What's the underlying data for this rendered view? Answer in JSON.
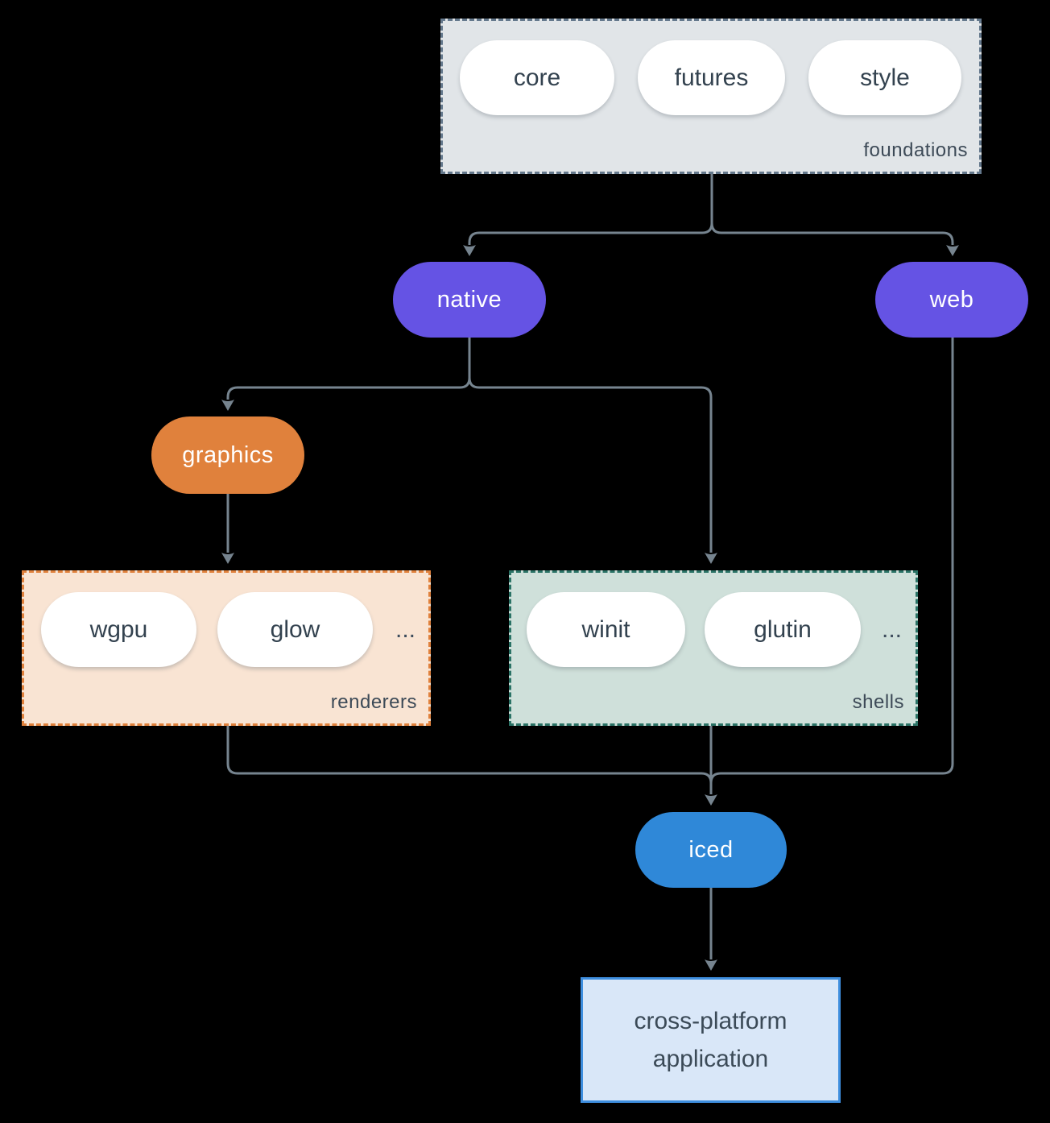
{
  "diagram": {
    "colors": {
      "background": "#000000",
      "connector": "#76848f",
      "pill_text": "#33424f",
      "label_text": "#3d4a57",
      "purple_pill": "#6553e4",
      "orange_pill": "#e0813c",
      "blue_pill": "#2f88d8",
      "foundations_fill": "#e1e5e8",
      "foundations_border": "#64788c",
      "renderers_fill": "#f9e4d3",
      "renderers_border": "#e0813c",
      "shells_fill": "#cfe0da",
      "shells_border": "#2a7265",
      "application_fill": "#d9e7f8",
      "application_border": "#3e8ede"
    },
    "groups": {
      "foundations": {
        "label": "foundations",
        "items": [
          "core",
          "futures",
          "style"
        ]
      },
      "renderers": {
        "label": "renderers",
        "items": [
          "wgpu",
          "glow"
        ],
        "ellipsis": "..."
      },
      "shells": {
        "label": "shells",
        "items": [
          "winit",
          "glutin"
        ],
        "ellipsis": "..."
      }
    },
    "nodes": {
      "native": "native",
      "web": "web",
      "graphics": "graphics",
      "iced": "iced",
      "application": {
        "line1": "cross-platform",
        "line2": "application"
      }
    }
  }
}
